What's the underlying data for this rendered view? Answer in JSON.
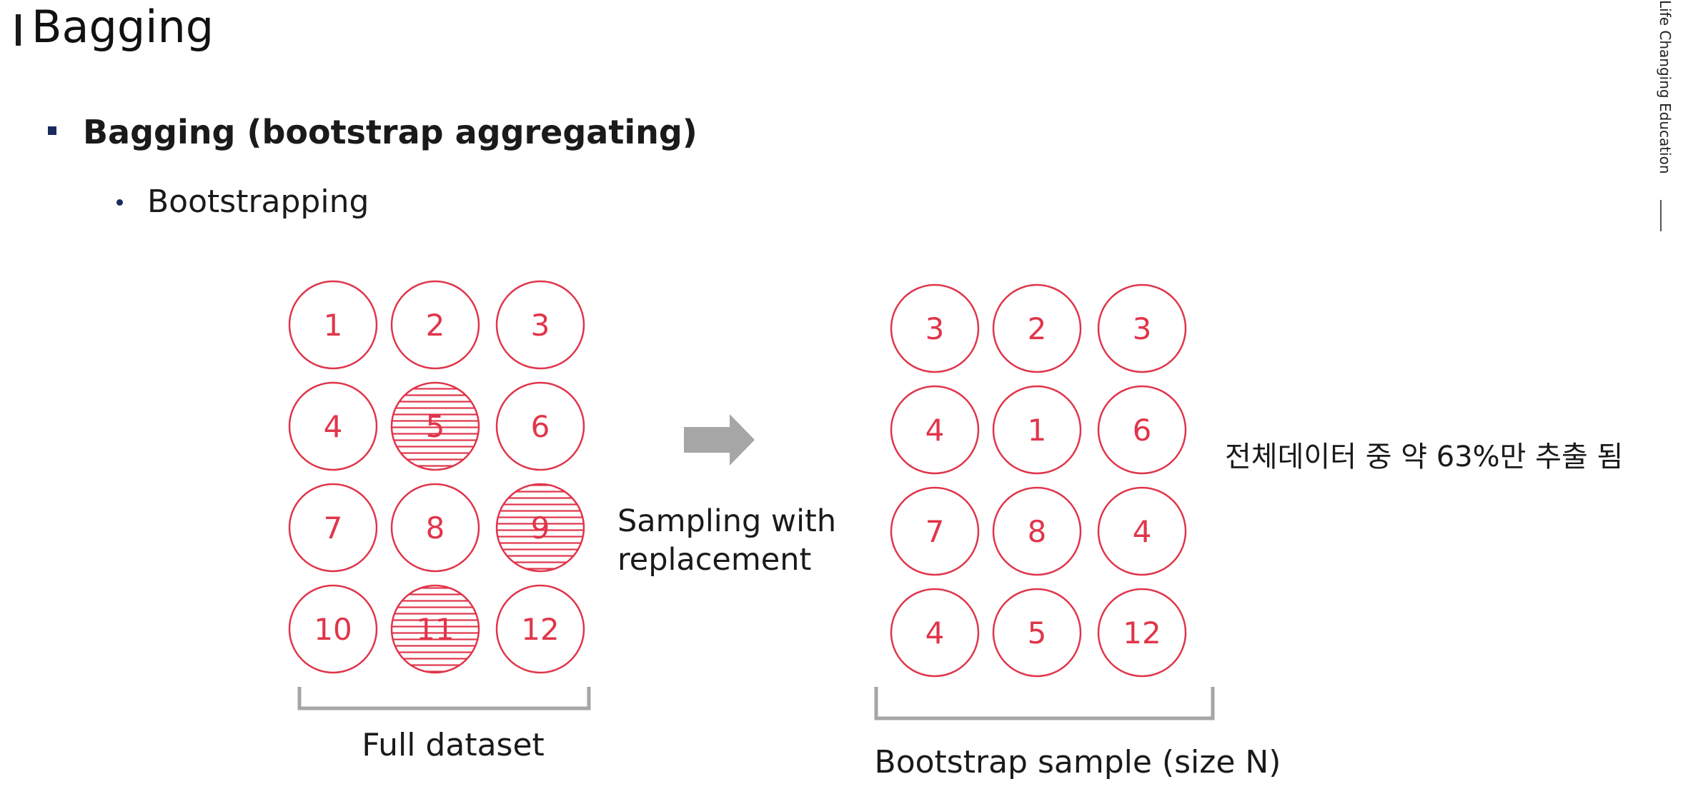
{
  "page": {
    "title": "Bagging",
    "bullet_level1": "Bagging (bootstrap aggregating)",
    "bullet_level2": "Bootstrapping",
    "side_brand": "Life Changing Education"
  },
  "diagram": {
    "full_dataset": {
      "label": "Full dataset",
      "rows": [
        [
          "1",
          "2",
          "3"
        ],
        [
          "4",
          "5",
          "6"
        ],
        [
          "7",
          "8",
          "9"
        ],
        [
          "10",
          "11",
          "12"
        ]
      ],
      "hatched": [
        "5",
        "9",
        "11"
      ]
    },
    "sampling_label_line1": "Sampling with",
    "sampling_label_line2": "replacement",
    "bootstrap_sample": {
      "label": "Bootstrap sample (size N)",
      "rows": [
        [
          "3",
          "2",
          "3"
        ],
        [
          "4",
          "1",
          "6"
        ],
        [
          "7",
          "8",
          "4"
        ],
        [
          "4",
          "5",
          "12"
        ]
      ]
    },
    "annotation": "전체데이터 중 약 63%만 추출 됨"
  },
  "colors": {
    "circle": "#e0354a",
    "arrow": "#a6a6a6",
    "bracket": "#a6a6a6",
    "bullet": "#1b2a5e"
  }
}
